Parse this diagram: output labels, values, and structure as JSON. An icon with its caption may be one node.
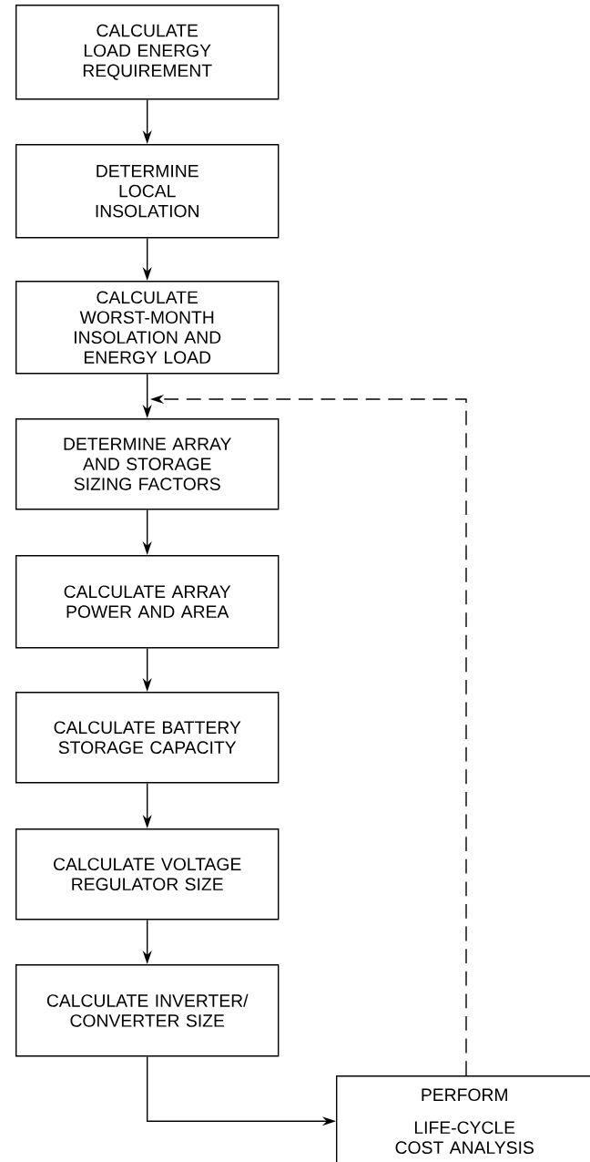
{
  "diagram": {
    "nodes": [
      {
        "text": [
          "CALCULATE LOAD ENERGY REQUIREMENT"
        ]
      },
      {
        "text": [
          "DETERMINE LOCAL INSOLATION"
        ]
      },
      {
        "text": [
          "CALCULATE WORST-MONTH INSOLATION AND ENERGY LOAD"
        ]
      },
      {
        "text": [
          "DETERMINE ARRAY AND STORAGE SIZING FACTORS"
        ]
      },
      {
        "text": [
          "CALCULATE ARRAY POWER AND AREA"
        ]
      },
      {
        "text": [
          "CALCULATE BATTERY STORAGE CAPACITY"
        ]
      },
      {
        "text": [
          "CALCULATE VOLTAGE REGULATOR SIZE"
        ]
      },
      {
        "text": [
          "CALCULATE INVERTER/ CONVERTER SIZE"
        ]
      },
      {
        "text": [
          "PERFORM LIFE-CYCLE COST ANALYSIS"
        ]
      }
    ],
    "edges": [
      {
        "from": 0,
        "to": 1,
        "arrow": "to"
      },
      {
        "from": 1,
        "to": 2,
        "arrow": "to"
      },
      {
        "from": 2,
        "to": 3,
        "arrow": "to"
      },
      {
        "from": 3,
        "to": 4,
        "arrow": "to"
      },
      {
        "from": 4,
        "to": 5,
        "arrow": "to"
      },
      {
        "from": 5,
        "to": 6,
        "arrow": "to"
      },
      {
        "from": 6,
        "to": 7,
        "arrow": "to"
      },
      {
        "from": 7,
        "to": 8,
        "arrow": "to"
      },
      {
        "from": 8,
        "to": 3,
        "arrow": "to",
        "style": "dashed"
      }
    ]
  }
}
